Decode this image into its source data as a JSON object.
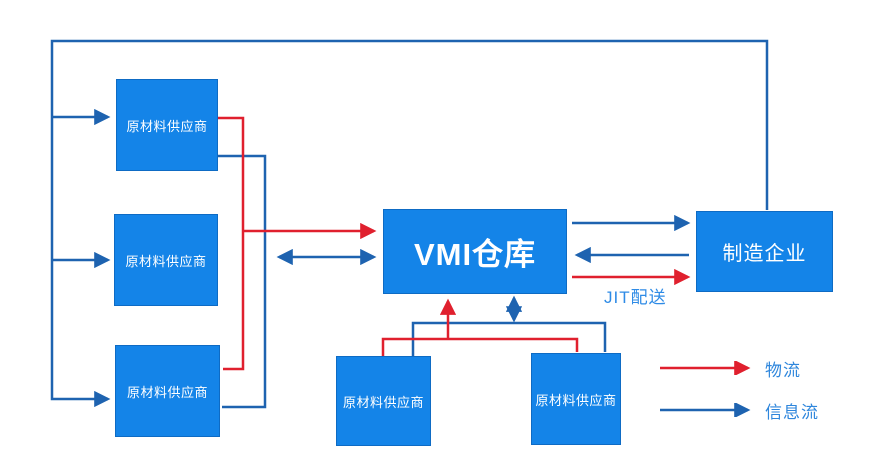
{
  "diagram": {
    "title_implicit": "VMI supply chain flow diagram",
    "nodes": {
      "left_suppliers": [
        {
          "label": "原材料供应商"
        },
        {
          "label": "原材料供应商"
        },
        {
          "label": "原材料供应商"
        }
      ],
      "bottom_suppliers": [
        {
          "label": "原材料供应商"
        },
        {
          "label": "原材料供应商"
        }
      ],
      "vmi": {
        "label": "VMI仓库"
      },
      "manufacturer": {
        "label": "制造企业"
      }
    },
    "annotations": {
      "jit_label": "JIT配送"
    },
    "legend": [
      {
        "label": "物流",
        "flow": "material",
        "color": "#E0202E"
      },
      {
        "label": "信息流",
        "flow": "information",
        "color": "#1E63B0"
      }
    ],
    "colors": {
      "node_fill": "#1484E8",
      "node_text": "#FFFFFF",
      "information_flow": "#1E63B0",
      "material_flow": "#E0202E",
      "annotation_text": "#2E8BE6"
    }
  }
}
